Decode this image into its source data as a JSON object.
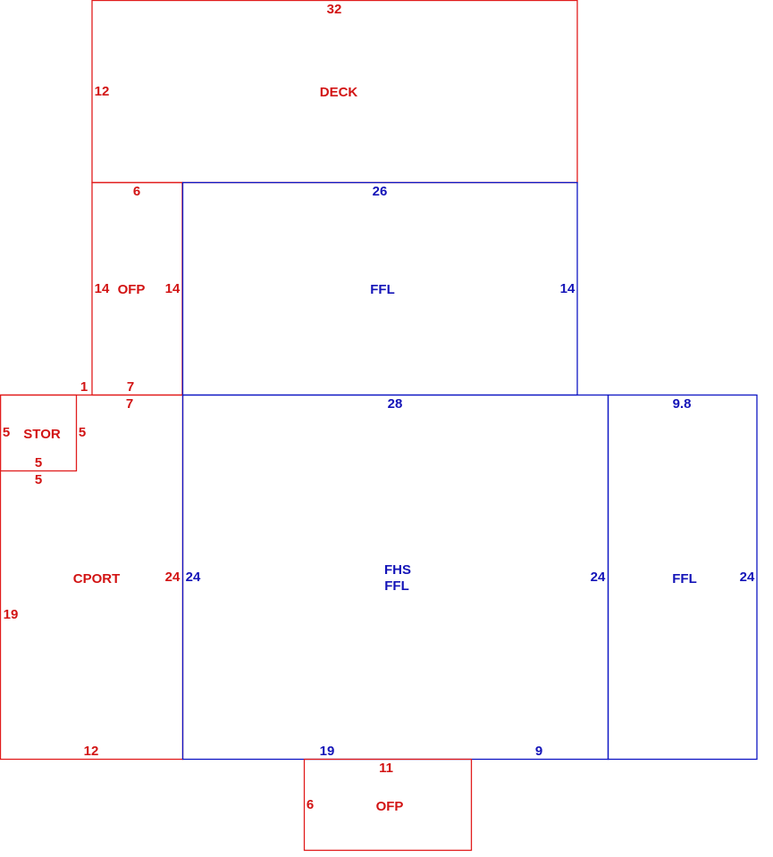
{
  "colors": {
    "exterior": "#e11c1c",
    "living": "#0f17c4"
  },
  "areas": {
    "deck": {
      "label": "DECK",
      "dims": {
        "top": "32",
        "left": "12"
      }
    },
    "ofp_upper": {
      "label": "OFP",
      "dims": {
        "top": "6",
        "left": "14",
        "right": "14",
        "bottom": "7"
      }
    },
    "ffl_upper": {
      "label": "FFL",
      "dims": {
        "top": "26",
        "right": "14"
      }
    },
    "stor": {
      "label": "STOR",
      "dims": {
        "left": "5",
        "right": "5",
        "bottom": "5",
        "top_corner": "1"
      }
    },
    "cport": {
      "label": "CPORT",
      "dims": {
        "top": "7",
        "top_inner": "5",
        "left": "19",
        "right": "24",
        "bottom": "12"
      }
    },
    "main": {
      "label_line1": "FHS",
      "label_line2": "FFL",
      "dims": {
        "top": "28",
        "left": "24",
        "right": "24",
        "bottom_left": "19",
        "bottom_right": "9"
      }
    },
    "ffl_right": {
      "label": "FFL",
      "dims": {
        "top": "9.8",
        "right": "24"
      }
    },
    "ofp_lower": {
      "label": "OFP",
      "dims": {
        "top": "11",
        "left": "6"
      }
    }
  }
}
